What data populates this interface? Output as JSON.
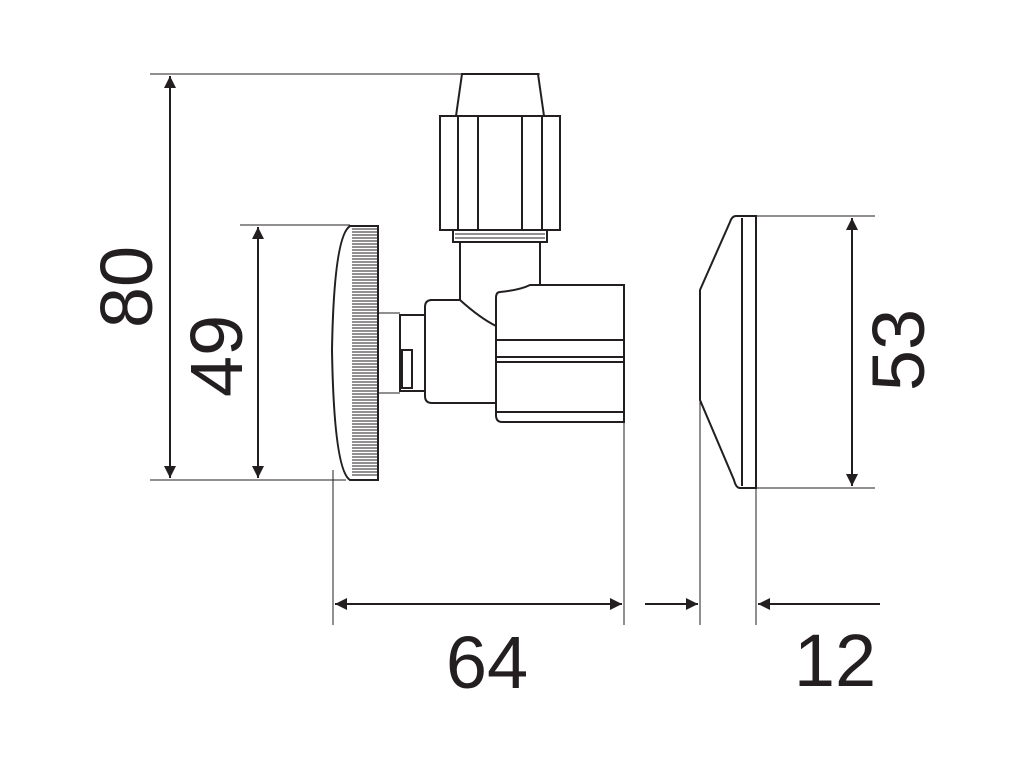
{
  "dimensions": {
    "height_total": "80",
    "knob_diameter": "49",
    "depth": "64",
    "cover_height": "53",
    "cover_depth": "12"
  },
  "colors": {
    "line": "#231f20",
    "background": "#ffffff"
  }
}
